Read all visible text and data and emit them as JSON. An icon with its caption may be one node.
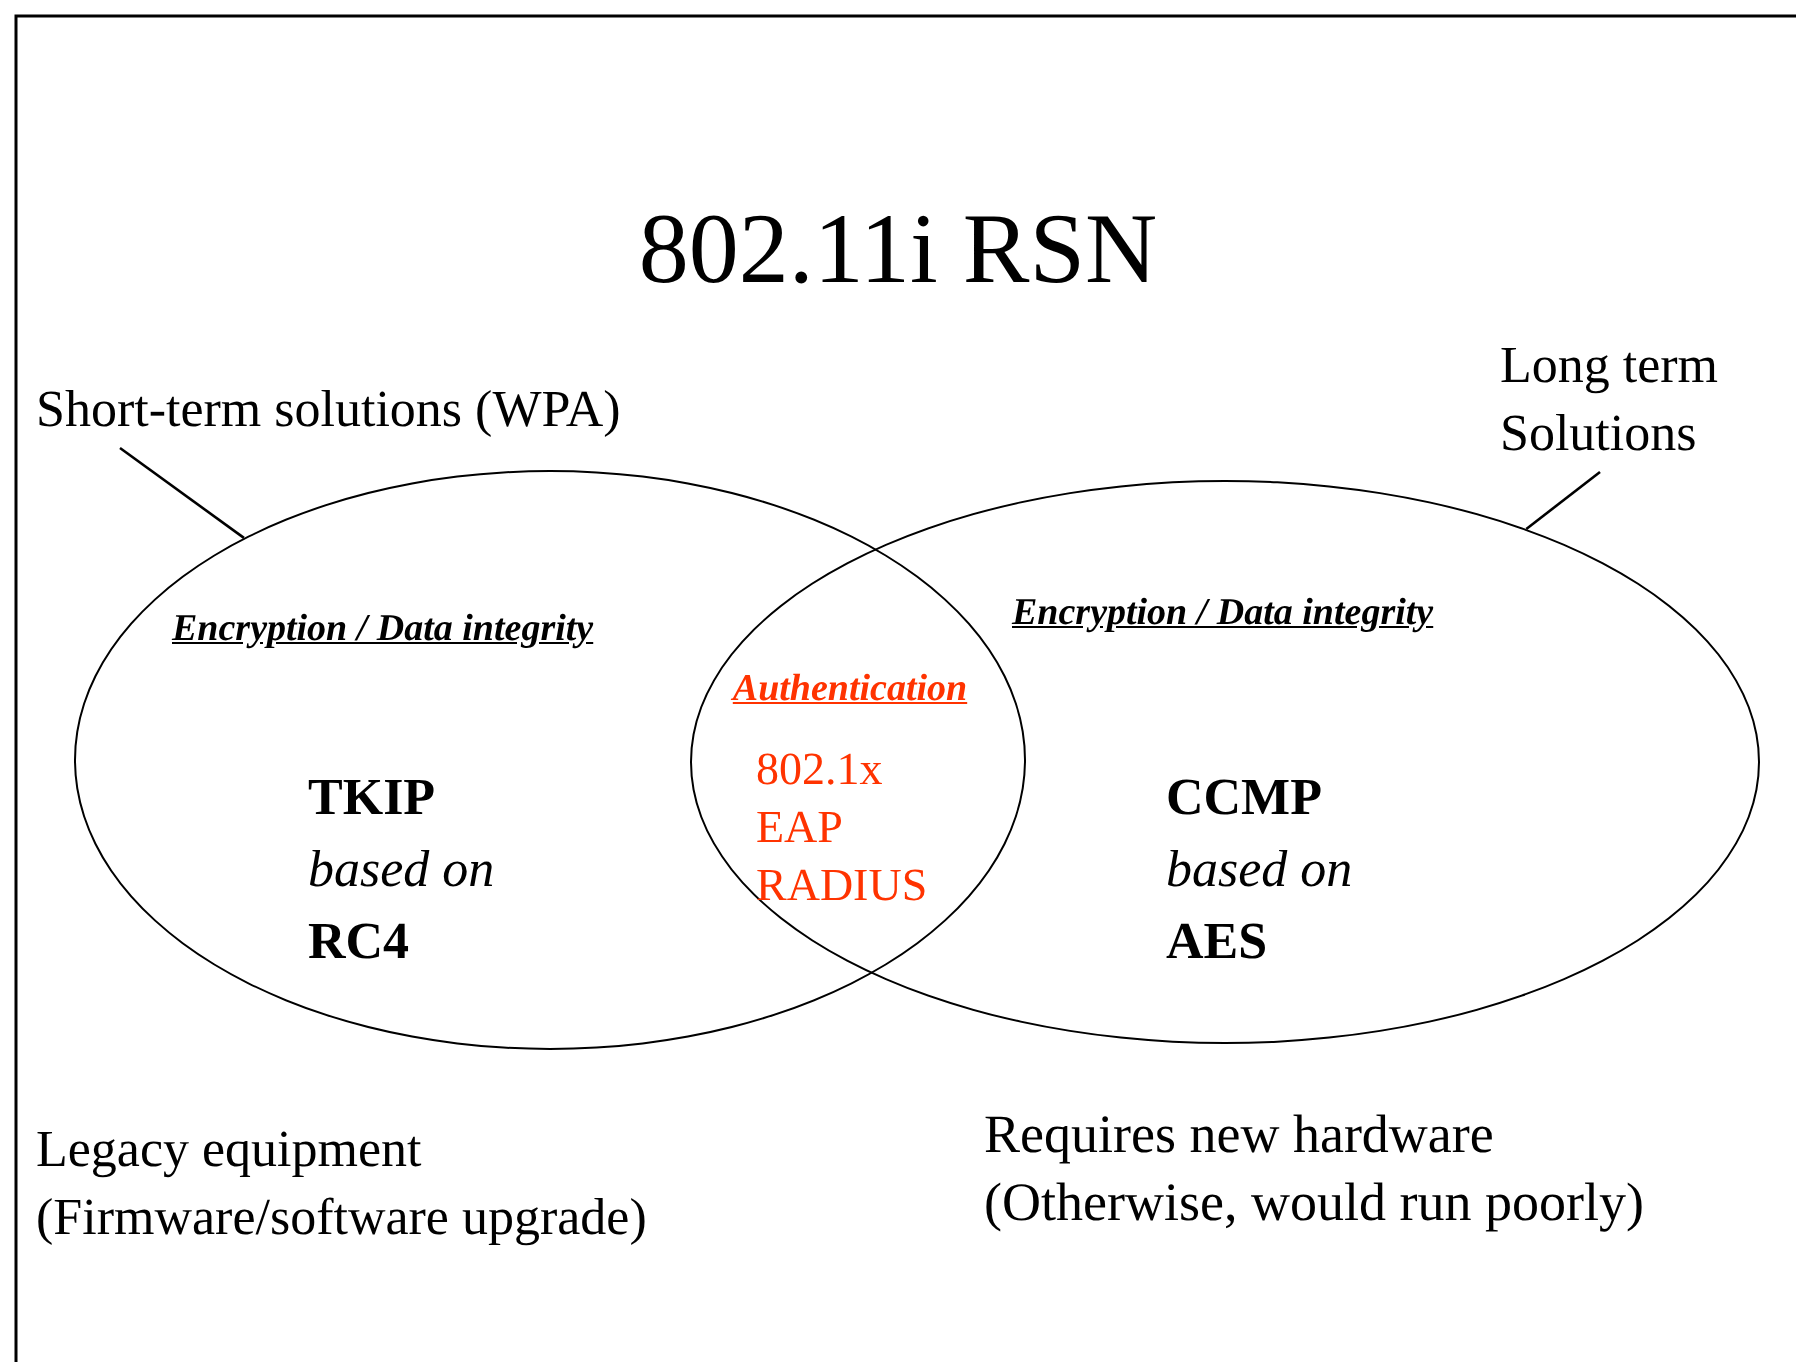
{
  "diagram": {
    "title": "802.11i RSN",
    "nodes": [
      {
        "text": [
          "Short-term solutions (WPA)"
        ]
      },
      {
        "text": [
          "Long term Solutions"
        ]
      },
      {
        "text": [
          "Encryption / Data integrity",
          "**TKIP** *based on* **RC4**"
        ]
      },
      {
        "text": [
          "Encryption / Data integrity",
          "**CCMP** *based on* **AES**"
        ]
      }
    ],
    "edges": [
      {
        "from": 0,
        "to": 2,
        "arrow": "none"
      },
      {
        "from": 1,
        "to": 3,
        "arrow": "none"
      }
    ],
    "labels": [
      "Authentication",
      "802.1x EAP RADIUS",
      "Legacy equipment (Firmware/software upgrade)",
      "Requires new hardware (Otherwise, would run poorly)"
    ]
  }
}
